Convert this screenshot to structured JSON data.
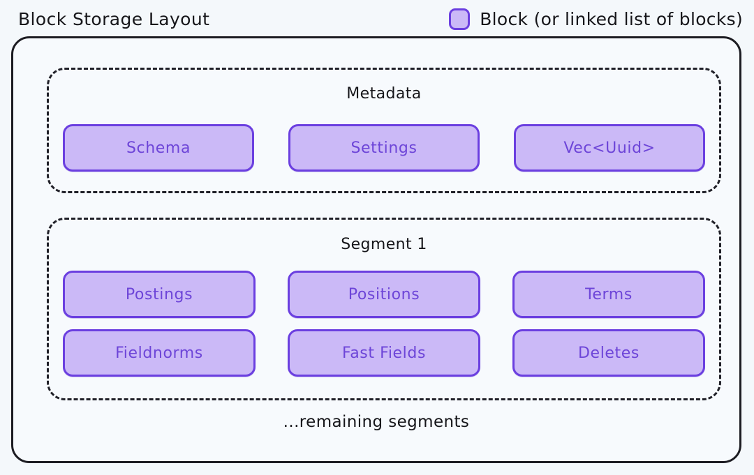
{
  "header": {
    "title": "Block Storage Layout",
    "legend": {
      "swatch_icon": "block-swatch-icon",
      "label": "Block (or linked list of blocks)",
      "swatch_fill": "#cbb9f7",
      "swatch_border": "#6b3fe0"
    }
  },
  "colors": {
    "background": "#f4f8fb",
    "panel_background": "#f7fafd",
    "outer_border": "#1c1c22",
    "group_border": "#202028",
    "block_fill": "#cbb9f7",
    "block_border": "#6b3fe0",
    "block_text": "#6d45d8",
    "title_text": "#16161a"
  },
  "groups": [
    {
      "name": "metadata",
      "title": "Metadata",
      "border_style": "dashed",
      "rows": [
        {
          "blocks": [
            {
              "label": "Schema"
            },
            {
              "label": "Settings"
            },
            {
              "label": "Vec<Uuid>"
            }
          ]
        }
      ]
    },
    {
      "name": "segment-1",
      "title": "Segment 1",
      "border_style": "dashed",
      "rows": [
        {
          "blocks": [
            {
              "label": "Postings"
            },
            {
              "label": "Positions"
            },
            {
              "label": "Terms"
            }
          ]
        },
        {
          "blocks": [
            {
              "label": "Fieldnorms"
            },
            {
              "label": "Fast Fields"
            },
            {
              "label": "Deletes"
            }
          ]
        }
      ]
    }
  ],
  "footer_note": "...remaining segments"
}
